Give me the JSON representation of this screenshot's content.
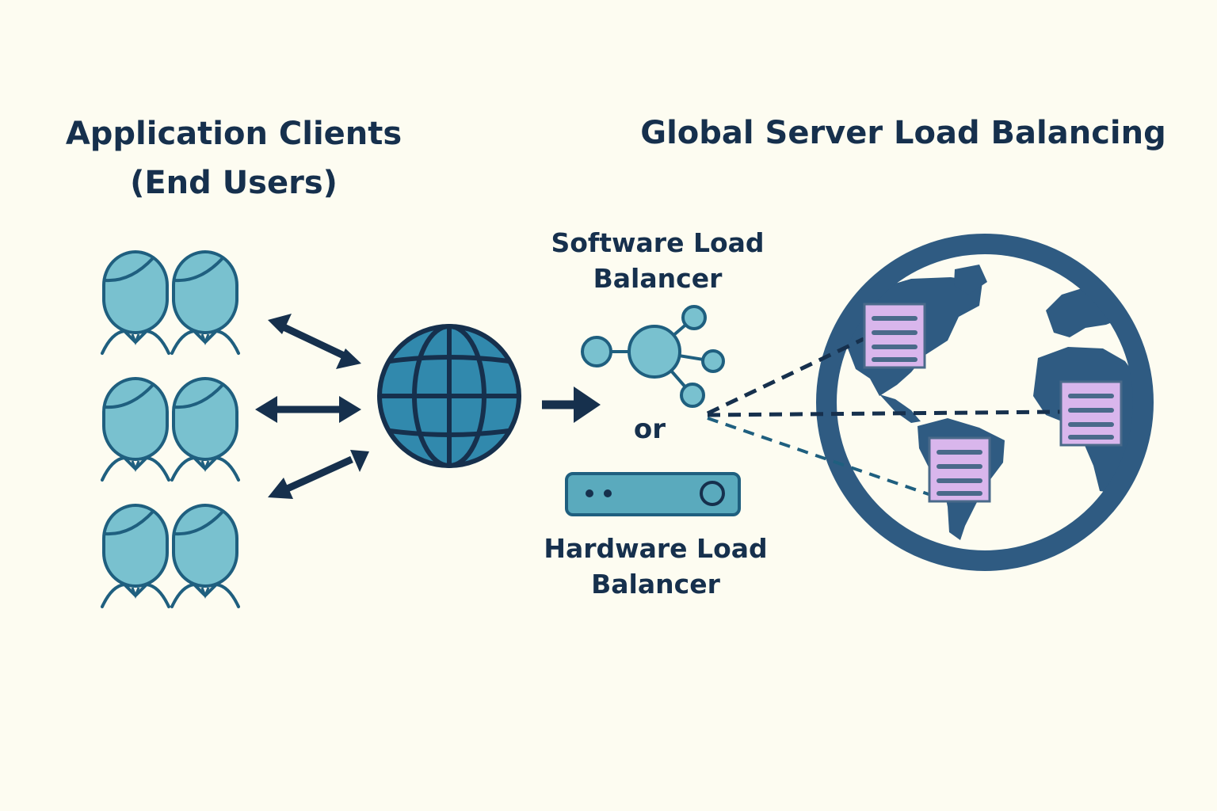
{
  "clients": {
    "title_line1": "Application Clients",
    "title_line2": "(End Users)",
    "count": 6
  },
  "gslb": {
    "title": "Global Server Load Balancing",
    "server_count": 3
  },
  "software_lb": {
    "line1": "Software Load",
    "line2": "Balancer"
  },
  "separator": "or",
  "hardware_lb": {
    "line1": "Hardware Load",
    "line2": "Balancer"
  },
  "colors": {
    "background": "#fdfcf1",
    "navy": "#16304d",
    "user_fill": "#79c1cf",
    "user_stroke": "#1f5f7f",
    "globe_fill": "#3189ad",
    "world_ring": "#2f5b82",
    "server_fill": "#d9b6ec",
    "server_stroke": "#4a6a8a",
    "hardware_fill": "#5aaabd"
  },
  "icons": {
    "clients": "user-pair-icon",
    "internet": "globe-icon",
    "software_lb": "network-nodes-icon",
    "hardware_lb": "hardware-appliance-icon",
    "world": "world-map-icon",
    "server": "server-rack-icon"
  }
}
